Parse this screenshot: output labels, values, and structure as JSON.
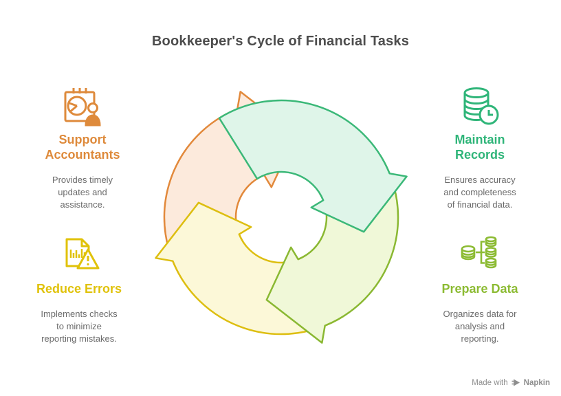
{
  "title": "Bookkeeper's Cycle of Financial Tasks",
  "colors": {
    "background": "#ffffff",
    "title": "#4D4D4D",
    "description": "#6B6B6B",
    "footer": "#8E8E8E"
  },
  "items": [
    {
      "id": "support-accountants",
      "color": "#DE8A3B",
      "icon": "calendar-pie-person-icon",
      "heading_lines": [
        "Support",
        "Accountants"
      ],
      "desc_lines": [
        "Provides timely",
        "updates and",
        "assistance."
      ]
    },
    {
      "id": "maintain-records",
      "color": "#2FB579",
      "icon": "database-clock-icon",
      "heading_lines": [
        "Maintain",
        "Records"
      ],
      "desc_lines": [
        "Ensures accuracy",
        "and completeness",
        "of financial data."
      ]
    },
    {
      "id": "reduce-errors",
      "color": "#E0C20A",
      "icon": "report-warning-icon",
      "heading_lines": [
        "Reduce Errors"
      ],
      "desc_lines": [
        "Implements checks",
        "to minimize",
        "reporting mistakes."
      ]
    },
    {
      "id": "prepare-data",
      "color": "#8CBB33",
      "icon": "data-branch-icon",
      "heading_lines": [
        "Prepare Data"
      ],
      "desc_lines": [
        "Organizes data for",
        "analysis and",
        "reporting."
      ]
    }
  ],
  "cycle": {
    "type": "cycle-arrows",
    "direction": "clockwise",
    "arrows": [
      {
        "id": "support-accountants",
        "position": "top-left",
        "fill": "#FCEADC",
        "stroke": "#E2893B"
      },
      {
        "id": "reduce-errors",
        "position": "bottom-left",
        "fill": "#FCF8D8",
        "stroke": "#DDBE10"
      },
      {
        "id": "prepare-data",
        "position": "bottom-right",
        "fill": "#F0F8D8",
        "stroke": "#8AB832"
      },
      {
        "id": "maintain-records",
        "position": "top-right",
        "fill": "#DFF5E9",
        "stroke": "#3BB878"
      }
    ]
  },
  "footer": {
    "made_with": "Made with",
    "brand": "Napkin"
  }
}
